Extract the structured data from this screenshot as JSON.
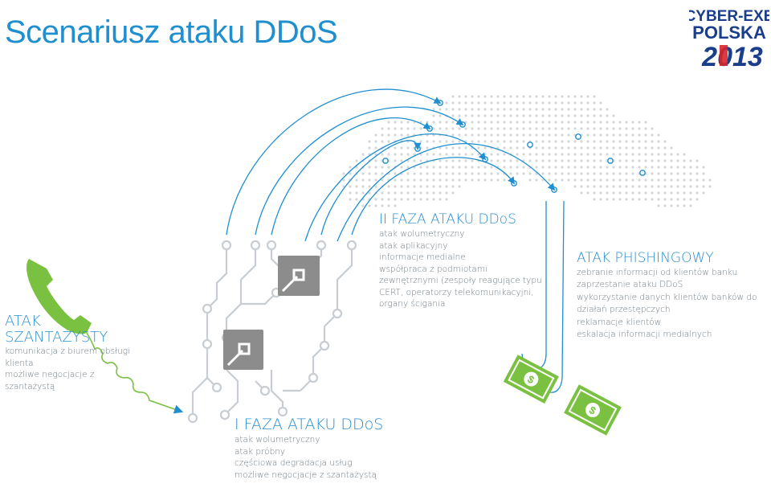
{
  "header": {
    "title": "Scenariusz ataku DDoS"
  },
  "logo": {
    "line1": "CYBER-EXE",
    "line2": "POLSKA",
    "year": "2013",
    "colors": {
      "blue": "#1a3e8c",
      "red": "#d8262e"
    }
  },
  "szantazysty": {
    "title_line1": "ATAK",
    "title_line2": "SZANTAŻYSTY",
    "items": [
      "komunikacja z biurem obsługi klienta",
      "możliwe negocjacje z szantażystą"
    ]
  },
  "faza2": {
    "title": "II FAZA ATAKU DDoS",
    "items": [
      "atak wolumetryczny",
      "atak aplikacyjny",
      "informacje medialne",
      "współpraca z podmiotami",
      "zewnętrznymi (zespoły reagujące typu",
      "CERT, operatorzy telekomunikacyjni,",
      "organy ścigania"
    ]
  },
  "phishing": {
    "title": "ATAK PHISHINGOWY",
    "items": [
      "zebranie informacji od klientów banku",
      "zaprzestanie ataku DDoS",
      "wykorzystanie danych klientów banków do działań przestępczych",
      "reklamacje klientów",
      "eskalacja informacji medialnych"
    ]
  },
  "faza1": {
    "title": "I FAZA ATAKU DDoS",
    "items": [
      "atak wolumetryczny",
      "atak próbny",
      "częściowa degradacja usług",
      "możliwe negocjacje z szantażystą"
    ]
  },
  "colors": {
    "accent_blue": "#1f8fd0",
    "text_gray": "#6d7c86",
    "circuit_gray": "#c7cdd2",
    "server_gray": "#8c8c8c",
    "green": "#7ac142"
  },
  "icons": [
    "phone-icon",
    "server-icon",
    "cloud-icon",
    "fishhook-icon",
    "banknote-icon"
  ]
}
